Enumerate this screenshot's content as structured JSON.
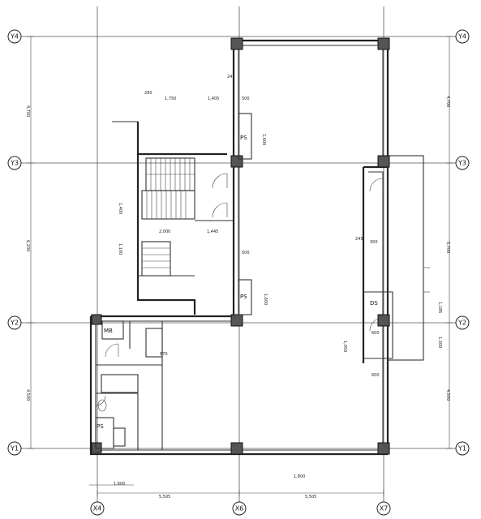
{
  "grid_labels": {
    "y4": "Y4",
    "y3": "Y3",
    "y2": "Y2",
    "y1": "Y1",
    "x4": "X4",
    "x6": "X6",
    "x7": "X7"
  },
  "rooms": {
    "ps_upper": "PS",
    "ps_mid": "PS",
    "ps_lower": "PS",
    "ds": "DS",
    "mb": "MB"
  },
  "dimensions": {
    "left_y34": "4,700",
    "left_y23": "6,200",
    "left_y12": "4,500",
    "right_y34": "4,700",
    "right_y23": "5,700",
    "right_y12": "4,500",
    "bottom_left": "5,505",
    "bottom_right": "5,505",
    "stair_width": "2,000",
    "stair_right": "1,445",
    "top_a": "1,750",
    "top_b": "1,405",
    "top_c": "290",
    "wall_500": "500",
    "d_1600": "1,600",
    "d_1800": "1,800",
    "d_1400": "1,400",
    "d_1100": "1,100",
    "d_870": "870",
    "d_300": "300",
    "d_245": "245",
    "d_600": "600",
    "d_1185": "1,185",
    "d_1300": "1,300",
    "d_1050": "1,050"
  }
}
